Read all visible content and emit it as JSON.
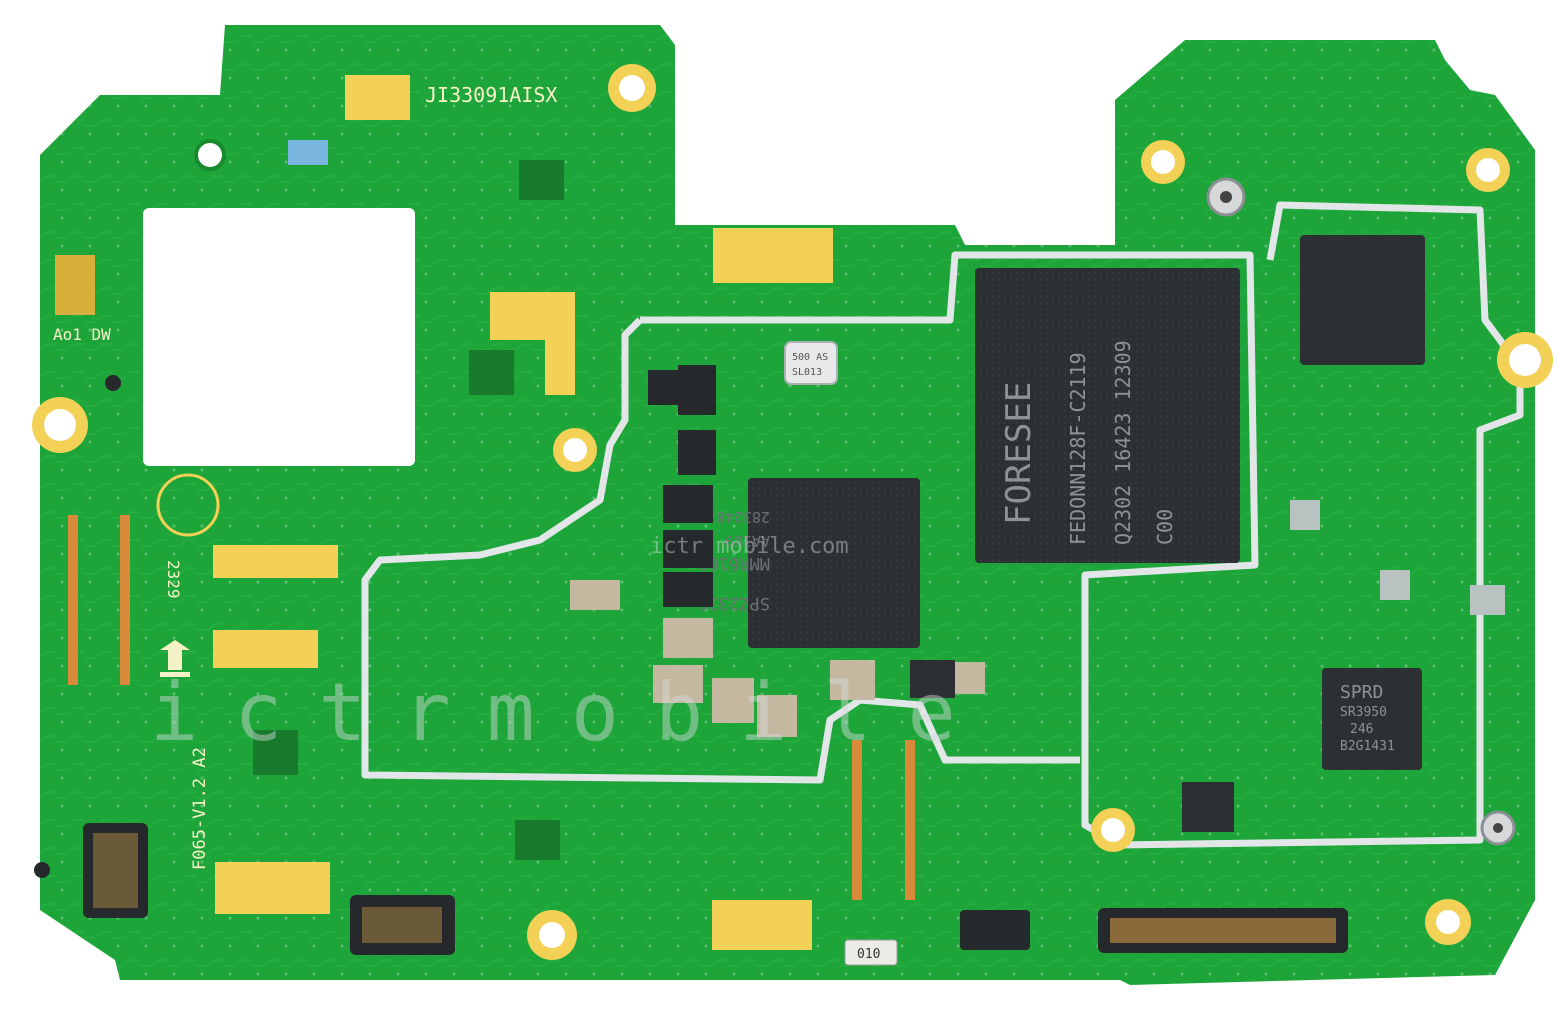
{
  "colors": {
    "board": "#1ea53a",
    "board_dark": "#168a2d",
    "pad_gold": "#f2d156",
    "copper": "#d88a3a",
    "chip": "#2d3033",
    "chip_text": "#8d9296",
    "shield": "#e3e6e8",
    "silk": "#f6f2c8",
    "watermark": "#d8dcde"
  },
  "labels": {
    "board_id": "JI33091AISX",
    "corner_tag": "Ao1 DW",
    "date_code": "2329",
    "board_rev": "F065-V1.2 A2",
    "crystal_1": "500 AS",
    "crystal_2": "SL013",
    "resistor": "010"
  },
  "chips": {
    "flash_brand": "FORESEE",
    "flash_part": "FEDONN128F-C2119",
    "flash_lot": "Q2302 16423 12309",
    "flash_code": "C00",
    "cpu_line1": "SPZ2336",
    "cpu_line2": "MMR6166",
    "cpu_line3": "AA1U9",
    "cpu_line4": "2832401622",
    "pmic_brand": "SPRD",
    "pmic_part": "SR3950",
    "pmic_line3": "246",
    "pmic_line4": "B2G1431"
  },
  "watermark": {
    "logo_top": "ictr mobile.com",
    "logo_side": "ictrmobile"
  },
  "icons": [
    "fiducial-icon",
    "ar-logo-icon",
    "rf-connector-icon",
    "mounting-hole-icon"
  ]
}
